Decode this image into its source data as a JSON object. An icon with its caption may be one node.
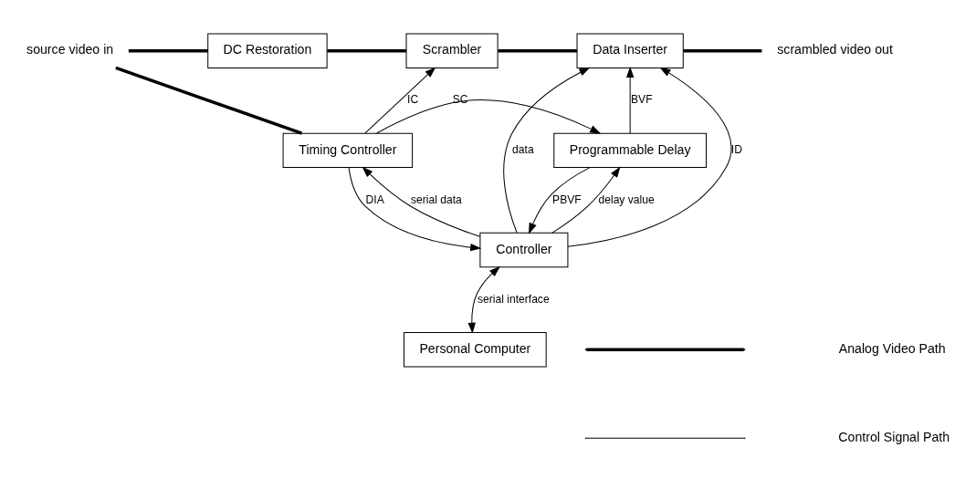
{
  "diagram": {
    "nodes": [
      {
        "text": [
          "source video in"
        ]
      },
      {
        "text": [
          "DC Restoration"
        ]
      },
      {
        "text": [
          "Scrambler"
        ]
      },
      {
        "text": [
          "Data Inserter"
        ]
      },
      {
        "text": [
          "scrambled video out"
        ]
      },
      {
        "text": [
          "Timing Controller"
        ]
      },
      {
        "text": [
          "Programmable Delay"
        ]
      },
      {
        "text": [
          "Controller"
        ]
      },
      {
        "text": [
          "Personal Computer"
        ]
      }
    ],
    "edges": [
      {
        "from": 0,
        "to": 1,
        "arrow": "none",
        "style": "thick"
      },
      {
        "from": 0,
        "to": 5,
        "arrow": "none",
        "style": "thick"
      },
      {
        "from": 1,
        "to": 2,
        "arrow": "none",
        "style": "thick"
      },
      {
        "from": 2,
        "to": 3,
        "arrow": "none",
        "style": "thick"
      },
      {
        "from": 3,
        "to": 4,
        "arrow": "none",
        "style": "thick"
      },
      {
        "from": 5,
        "to": 2,
        "arrow": "to",
        "label": "IC"
      },
      {
        "from": 5,
        "to": 6,
        "arrow": "to",
        "label": "SC"
      },
      {
        "from": 6,
        "to": 3,
        "arrow": "to",
        "label": "BVF"
      },
      {
        "from": 6,
        "to": 7,
        "arrow": "to",
        "label": "PBVF"
      },
      {
        "from": 7,
        "to": 3,
        "arrow": "to",
        "label": "ID"
      },
      {
        "from": 7,
        "to": 3,
        "arrow": "to",
        "label": "data"
      },
      {
        "from": 7,
        "to": 6,
        "arrow": "to",
        "label": "delay value"
      },
      {
        "from": 7,
        "to": 5,
        "arrow": "to",
        "label": "serial data"
      },
      {
        "from": 5,
        "to": 7,
        "arrow": "to",
        "label": "DIA"
      },
      {
        "from": 7,
        "to": 8,
        "arrow": "both",
        "label": "serial interface"
      }
    ],
    "legend": [
      {
        "text": "Analog Video Path"
      },
      {
        "text": "Control Signal Path"
      }
    ]
  }
}
